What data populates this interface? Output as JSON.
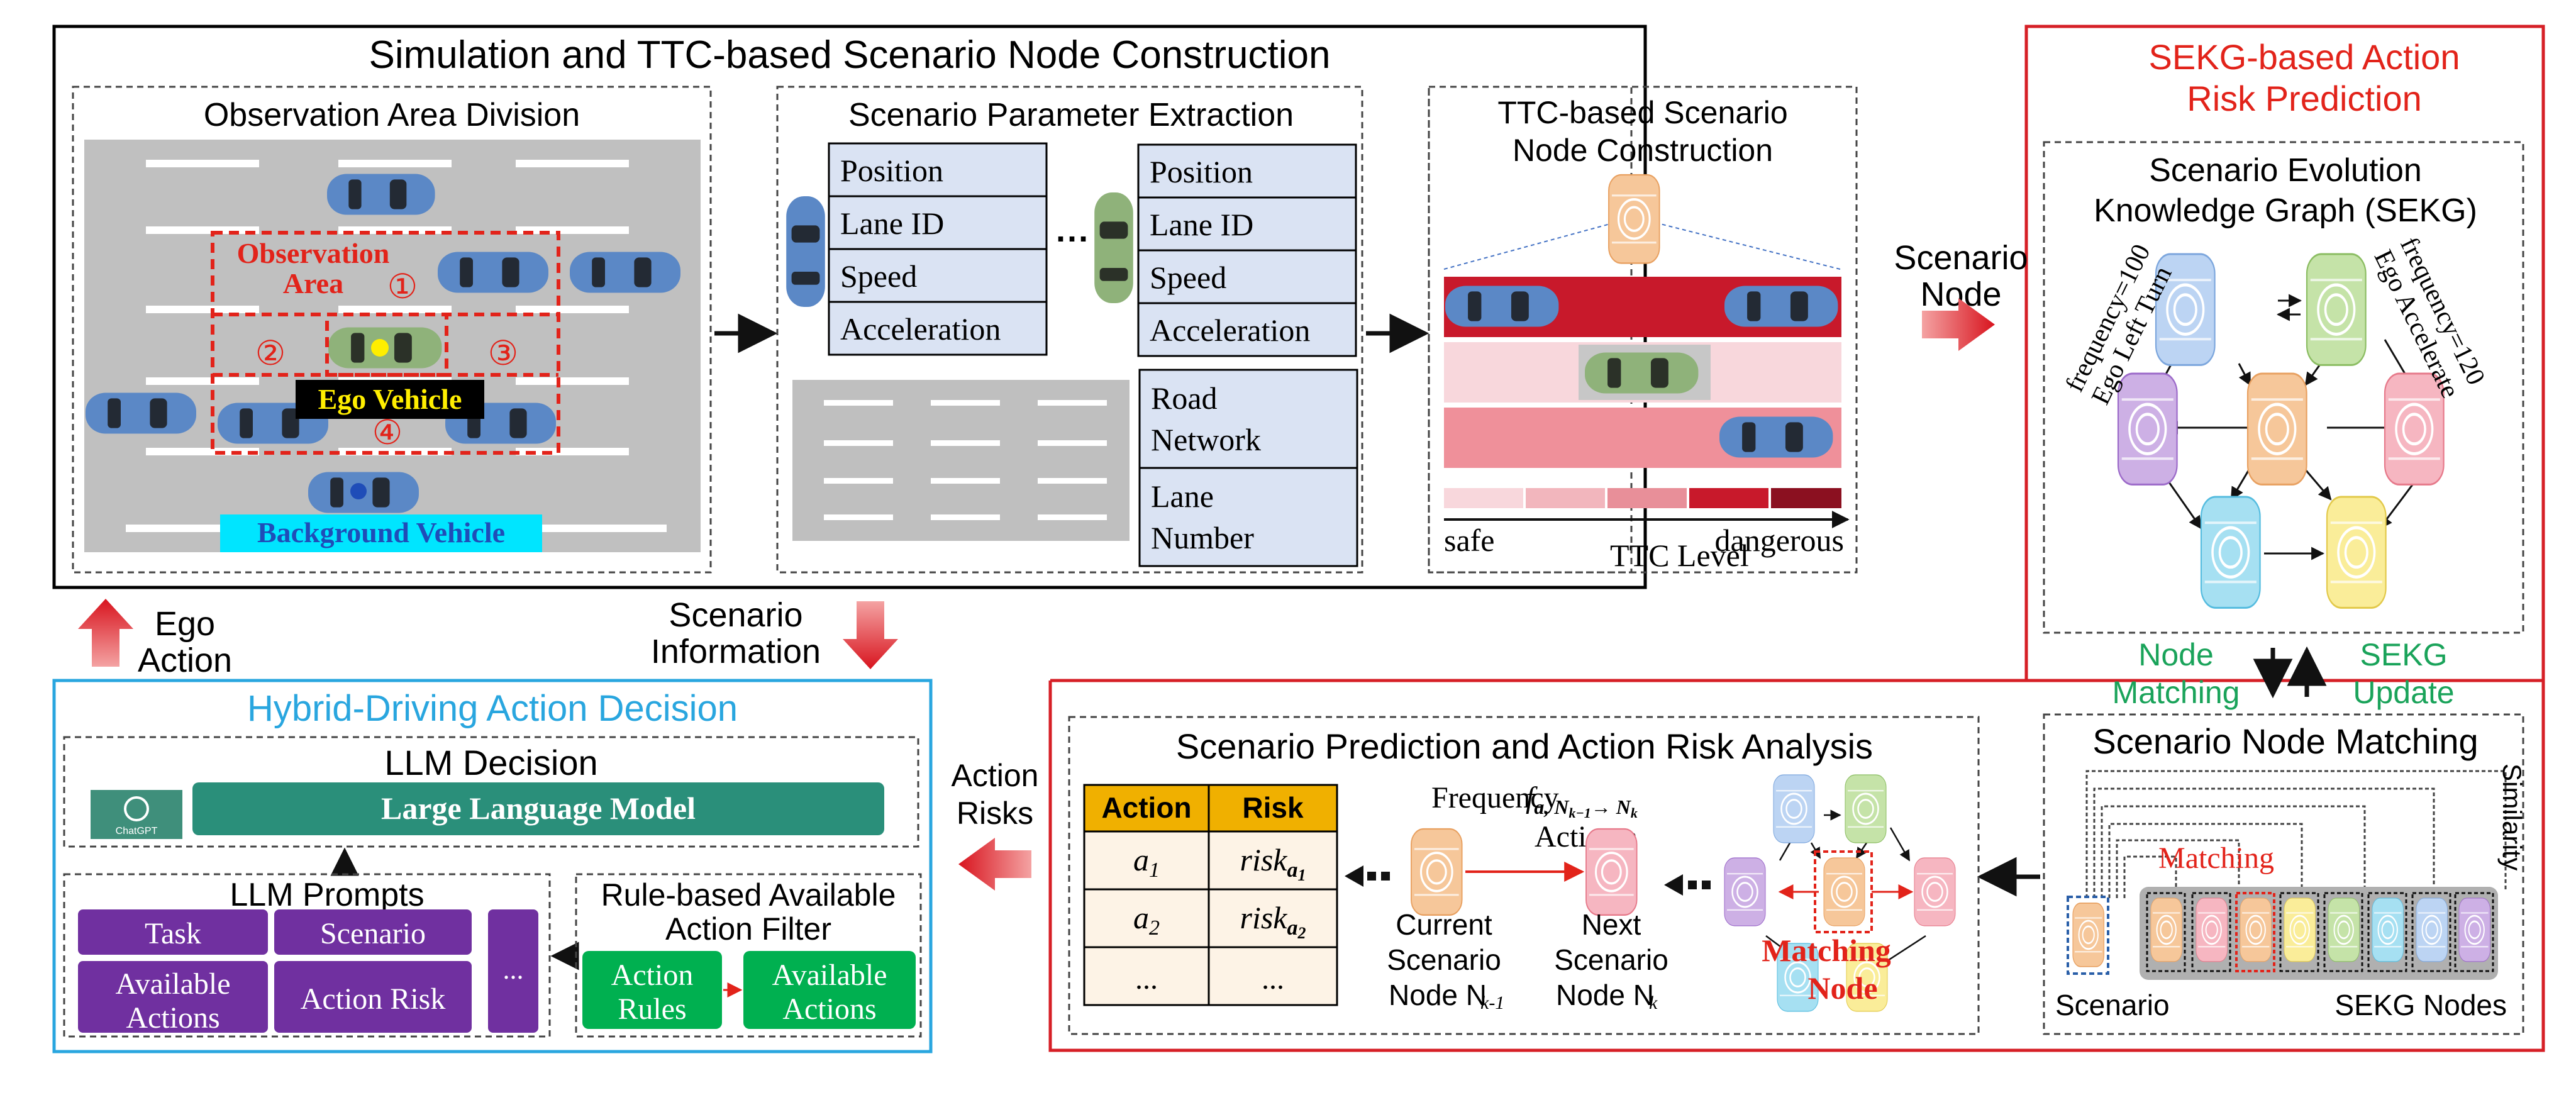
{
  "top": {
    "title": "Simulation and TTC-based Scenario Node Construction",
    "observation": {
      "title": "Observation Area Division",
      "area_label_1": "Observation",
      "area_label_2": "Area",
      "region_1": "①",
      "region_2": "②",
      "region_3": "③",
      "region_4": "④",
      "ego_label": "Ego Vehicle",
      "bg_label": "Background Vehicle"
    },
    "params": {
      "title": "Scenario Parameter Extraction",
      "left_rows": [
        "Position",
        "Lane ID",
        "Speed",
        "Acceleration"
      ],
      "right_rows": [
        "Position",
        "Lane ID",
        "Speed",
        "Acceleration"
      ],
      "dots": "···",
      "road_rows": [
        "Road Network",
        "Lane Number"
      ]
    },
    "ttc": {
      "title_1": "TTC-based Scenario",
      "title_2": "Node Construction",
      "safe": "safe",
      "level": "TTC Level",
      "dangerous": "dangerous"
    }
  },
  "sekg": {
    "title_1": "SEKG-based Action",
    "title_2": "Risk Prediction",
    "graph_title_1": "Scenario Evolution",
    "graph_title_2": "Knowledge Graph (SEKG)",
    "left_rot_1": "frequency=100",
    "left_rot_2": "Ego Left Turn",
    "right_rot_1": "frequency=120",
    "right_rot_2": "Ego Accelerate",
    "node_matching_1": "Node",
    "node_matching_2": "Matching",
    "sekg_update_1": "SEKG",
    "sekg_update_2": "Update"
  },
  "scenario_node_label_1": "Scenario",
  "scenario_node_label_2": "Node",
  "matching": {
    "title": "Scenario Node Matching",
    "similarity": "Similarity",
    "matching": "Matching",
    "scenario": "Scenario",
    "sekg_nodes": "SEKG Nodes"
  },
  "prediction": {
    "title": "Scenario Prediction and Action Risk Analysis",
    "table_header": [
      "Action",
      "Risk"
    ],
    "table_rows": [
      [
        "a1",
        "risk_a1"
      ],
      [
        "a2",
        "risk_a2"
      ],
      [
        "...",
        "..."
      ]
    ],
    "frequency": "Frequency",
    "formula": "f",
    "action_a": "Action a",
    "current_1": "Current",
    "current_2": "Scenario",
    "current_3": "Node N",
    "next_1": "Next",
    "next_2": "Scenario",
    "next_3": "Node N",
    "matching_1": "Matching",
    "matching_2": "Node"
  },
  "action_risks_1": "Action",
  "action_risks_2": "Risks",
  "ego_action_1": "Ego",
  "ego_action_2": "Action",
  "scenario_info_1": "Scenario",
  "scenario_info_2": "Information",
  "hybrid": {
    "title": "Hybrid-Driving Action Decision",
    "llm_decision": "LLM Decision",
    "chatgpt": "ChatGPT",
    "llm": "Large Language Model",
    "prompts_title": "LLM Prompts",
    "task": "Task",
    "scenario": "Scenario",
    "available_1": "Available",
    "available_2": "Actions",
    "action_risk": "Action Risk",
    "dots": "...",
    "filter_1": "Rule-based Available",
    "filter_2": "Action Filter",
    "rules_1": "Action",
    "rules_2": "Rules",
    "avail_1": "Available",
    "avail_2": "Actions"
  },
  "colors": {
    "ttc_dark": "#c8192b",
    "ttc_light": "#f8d7dc",
    "ttc_mid": "#ef909a",
    "llm_green": "#2a8f7a",
    "prompt_purple": "#7030a0",
    "rule_green": "#00b050",
    "table_header": "#f0b000"
  }
}
